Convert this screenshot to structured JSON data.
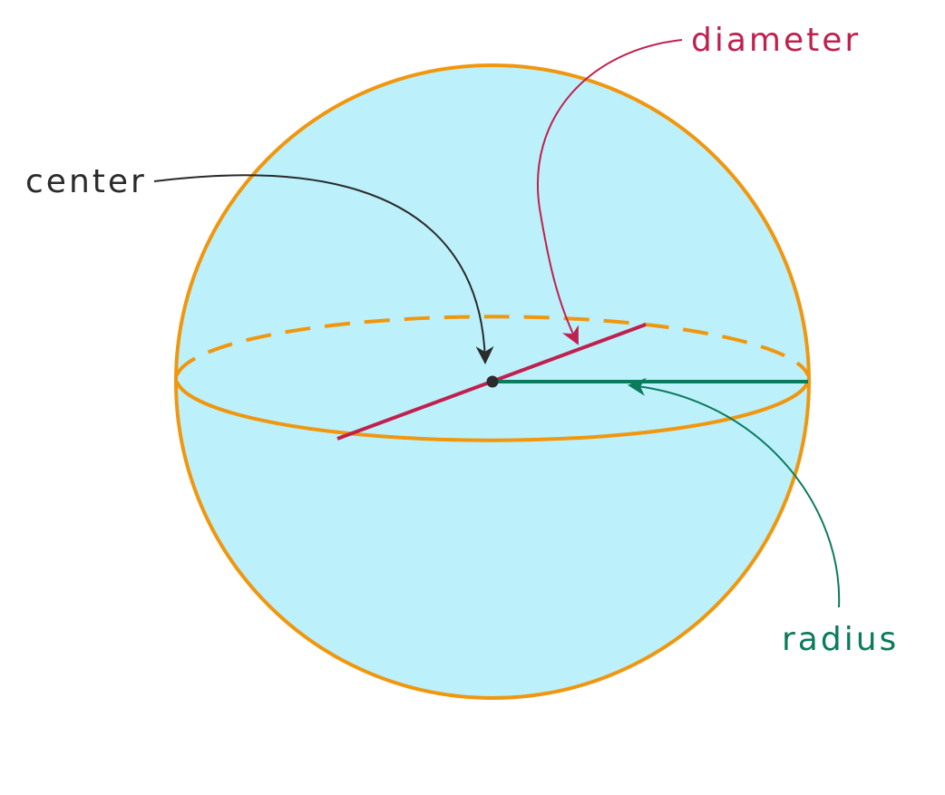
{
  "labels": {
    "center": "center",
    "diameter": "diameter",
    "radius": "radius"
  },
  "colors": {
    "sphere_fill": "#BCF0FB",
    "sphere_outline": "#F0970E",
    "diameter": "#C0204E",
    "radius": "#0A7B5B",
    "center": "#2B2B2B",
    "background": "#FFFFFF"
  }
}
